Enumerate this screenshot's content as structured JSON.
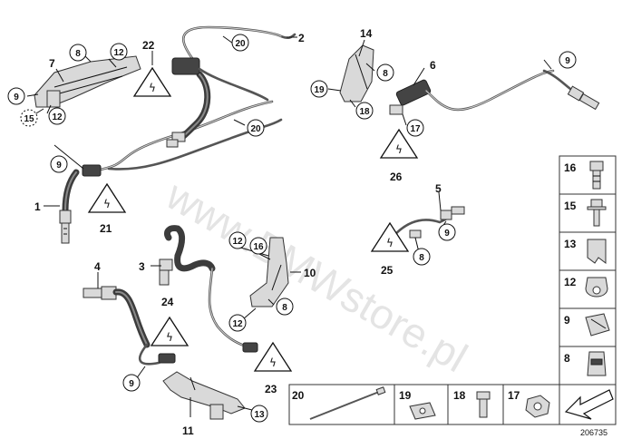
{
  "watermark": "www.BMWstore.pl",
  "diagram_number": "206735",
  "callouts": {
    "c1": "1",
    "c2": "2",
    "c3": "3",
    "c4": "4",
    "c5": "5",
    "c6": "6",
    "c7": "7",
    "c10": "10",
    "c11": "11",
    "c14": "14",
    "c21": "21",
    "c22": "22",
    "c23": "23",
    "c24": "24",
    "c25": "25",
    "c26": "26"
  },
  "circled": {
    "a8": "8",
    "a12": "12",
    "a9": "9",
    "a15": "15",
    "a12b": "12",
    "a20": "20",
    "a20b": "20",
    "a9b": "9",
    "a9c": "9",
    "a8b": "8",
    "a19": "19",
    "a18": "18",
    "a17": "17",
    "a9d": "9",
    "a8c": "8",
    "a12c": "12",
    "a16": "16",
    "a8d": "8",
    "a12d": "12",
    "a9e": "9",
    "a13": "13"
  },
  "parts_table": {
    "side": [
      "16",
      "15",
      "13",
      "12",
      "9",
      "8"
    ],
    "bottom": [
      "20",
      "19",
      "18",
      "17"
    ]
  }
}
